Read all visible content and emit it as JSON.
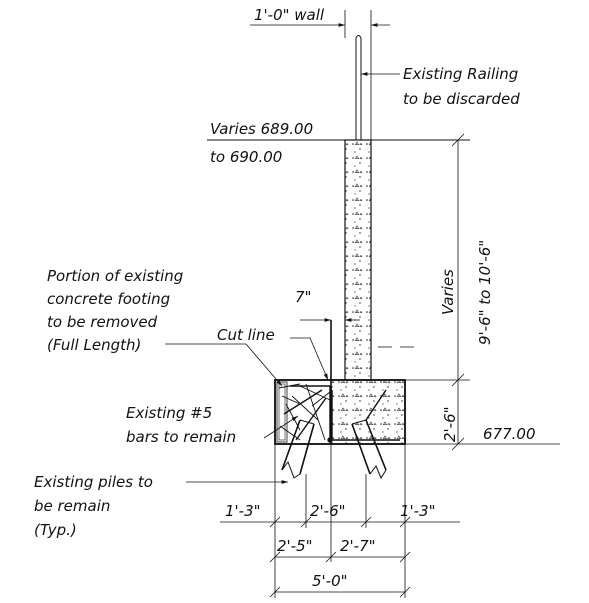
{
  "labels": {
    "wall_width": "1'-0\" wall",
    "railing_line1": "Existing Railing",
    "railing_line2": "to be discarded",
    "top_elev_line1": "Varies 689.00",
    "top_elev_line2": "to 690.00",
    "footing_line1": "Portion of existing",
    "footing_line2": "concrete footing",
    "footing_line3": "to be removed",
    "footing_line4": "(Full Length)",
    "cut_offset": "7\"",
    "cut_line": "Cut line",
    "height_varies": "Varies",
    "height_range": "9'-6\" to 10'-6\"",
    "footing_depth": "2'-6\"",
    "bottom_elev": "677.00",
    "bars_line1": "Existing #5",
    "bars_line2": "bars to remain",
    "piles_line1": "Existing piles to",
    "piles_line2": "be remain",
    "piles_line3": "(Typ.)",
    "dim_left_edge": "1'-3\"",
    "dim_between_piles": "2'-6\"",
    "dim_right_edge": "1'-3\"",
    "dim_left_part": "2'-5\"",
    "dim_right_part": "2'-7\"",
    "dim_total": "5'-0\""
  }
}
